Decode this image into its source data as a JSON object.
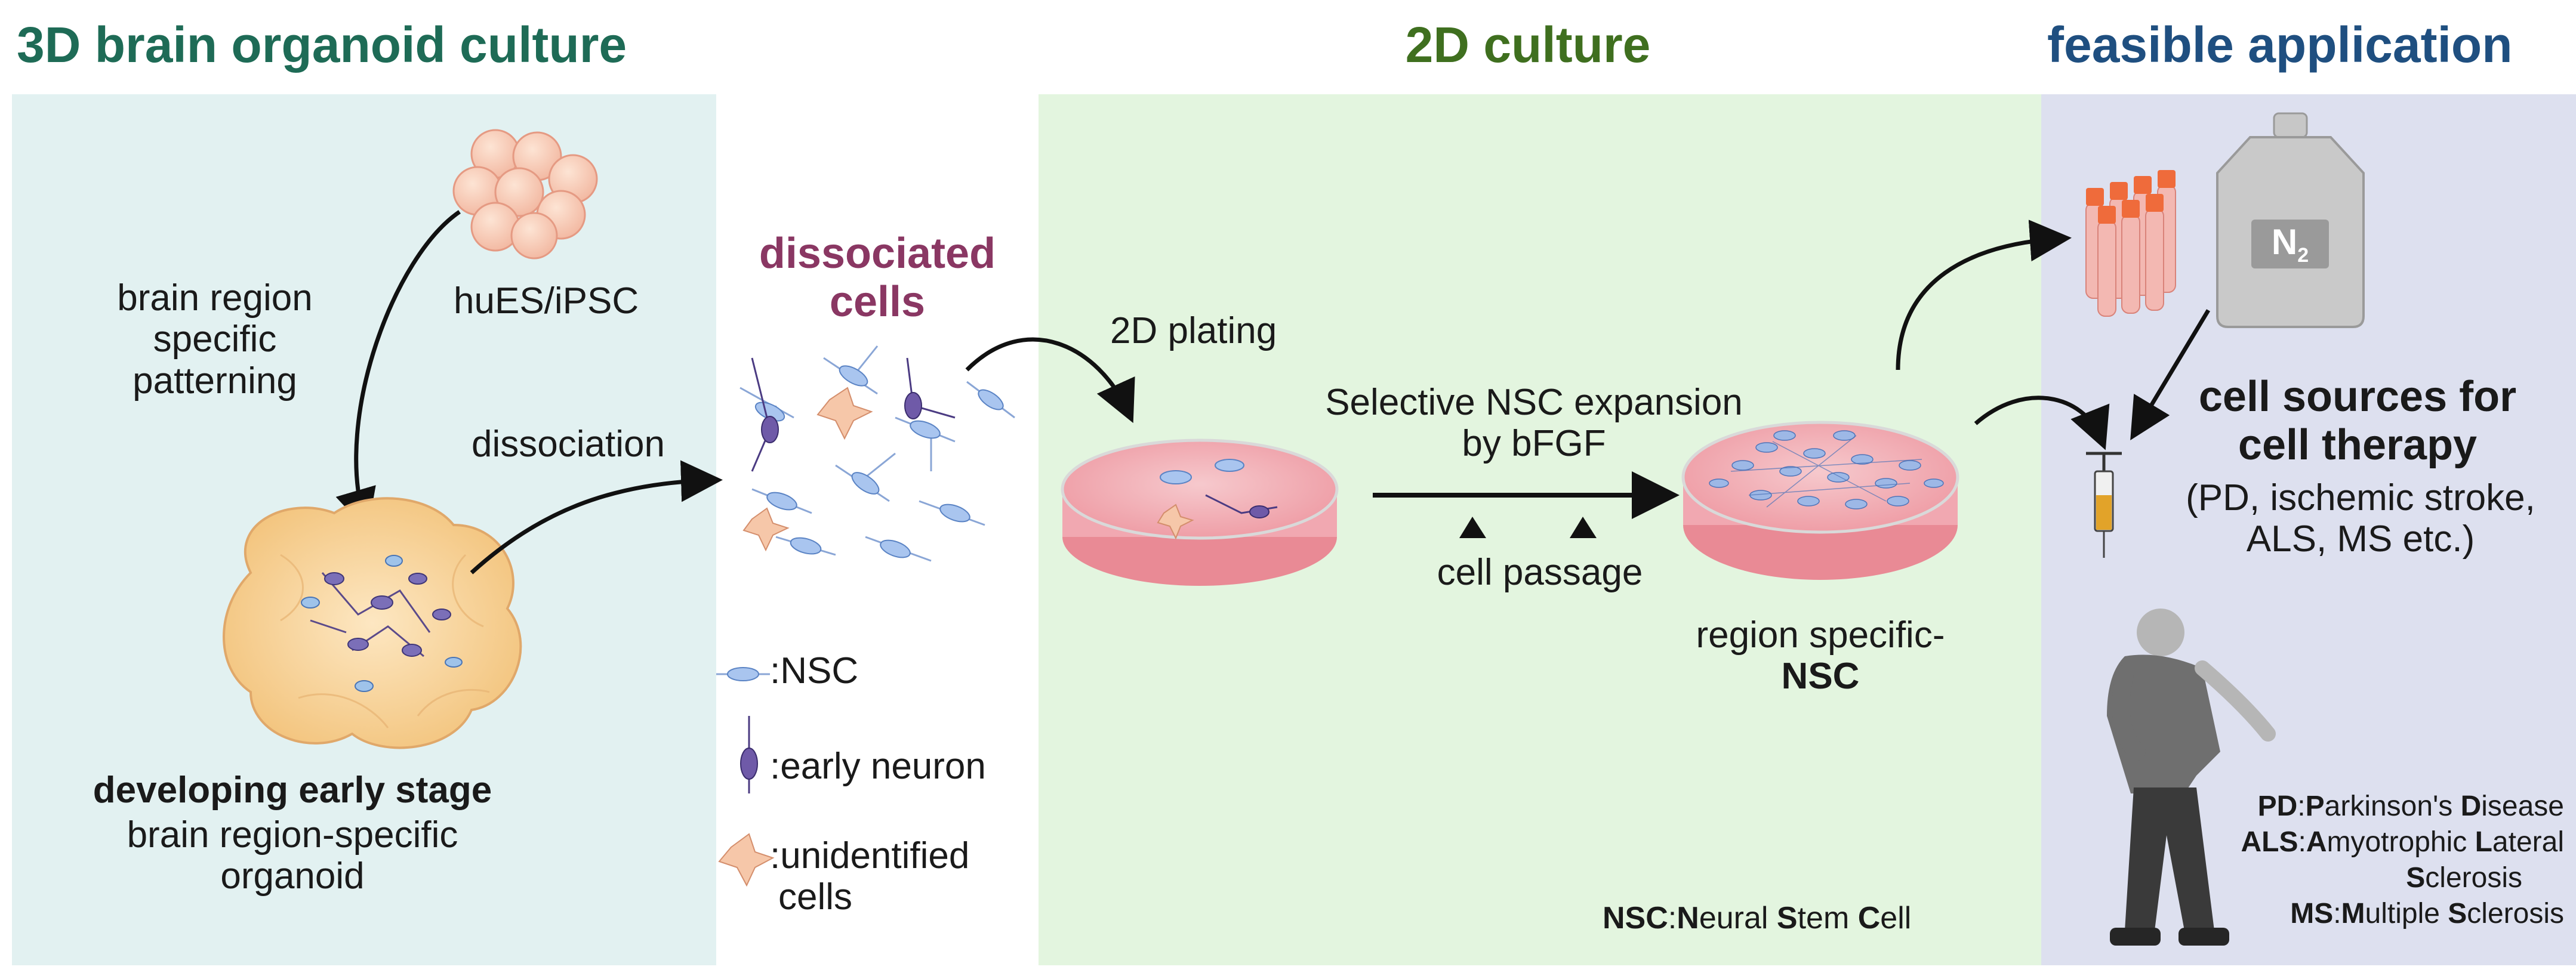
{
  "headers": {
    "organoid": "3D brain organoid culture",
    "culture2d": "2D culture",
    "application": "feasible application"
  },
  "organoid_panel": {
    "stem_cells": "huES/iPSC",
    "patterning_line1": "brain region",
    "patterning_line2": "specific",
    "patterning_line3": "patterning",
    "dissociation": "dissociation",
    "organoid_title": "developing early stage",
    "organoid_sub1": "brain region-specific",
    "organoid_sub2": "organoid"
  },
  "dissociated": {
    "title_line1": "dissociated",
    "title_line2": "cells"
  },
  "legend": {
    "nsc": ":NSC",
    "early_neuron": ":early neuron",
    "unidentified_line1": ":unidentified",
    "unidentified_line2": "cells"
  },
  "culture_panel": {
    "plating": "2D plating",
    "expansion_line1": "Selective NSC expansion",
    "expansion_line2": "by bFGF",
    "passage": "cell passage",
    "result_line1": "region specific-",
    "result_line2": "NSC"
  },
  "nsc_definition": {
    "abbr": "NSC",
    "sep": ":",
    "n": "N",
    "eural": "eural ",
    "s": "S",
    "tem": "tem ",
    "c": "C",
    "ell": "ell"
  },
  "application_panel": {
    "n2_label": "N",
    "n2_sub": "2",
    "therapy_line1": "cell sources for",
    "therapy_line2": "cell therapy",
    "diseases_line1": "(PD, ischemic stroke,",
    "diseases_line2": "ALS, MS etc.)"
  },
  "abbreviations": {
    "pd_abbr": "PD",
    "pd_p": "P",
    "pd_arkinson": "arkinson's ",
    "pd_d": "D",
    "pd_isease": "isease",
    "als_abbr": "ALS",
    "als_a": "A",
    "als_myotrophic": "myotrophic ",
    "als_l": "L",
    "als_ateral": "ateral",
    "als_s": "S",
    "als_clerosis": "clerosis",
    "ms_abbr": "MS",
    "ms_m": "M",
    "ms_ultiple": "ultiple ",
    "ms_s": "S",
    "ms_clerosis": "clerosis"
  },
  "colors": {
    "organoid_header": "#1e6b56",
    "culture_header": "#3f6f1f",
    "application_header": "#1f4f80",
    "dissociated_title": "#8a3763",
    "panel_organoid_bg": "#e2f1f1",
    "panel_culture_bg": "#e3f5df",
    "panel_application_bg": "#dde0ef"
  }
}
